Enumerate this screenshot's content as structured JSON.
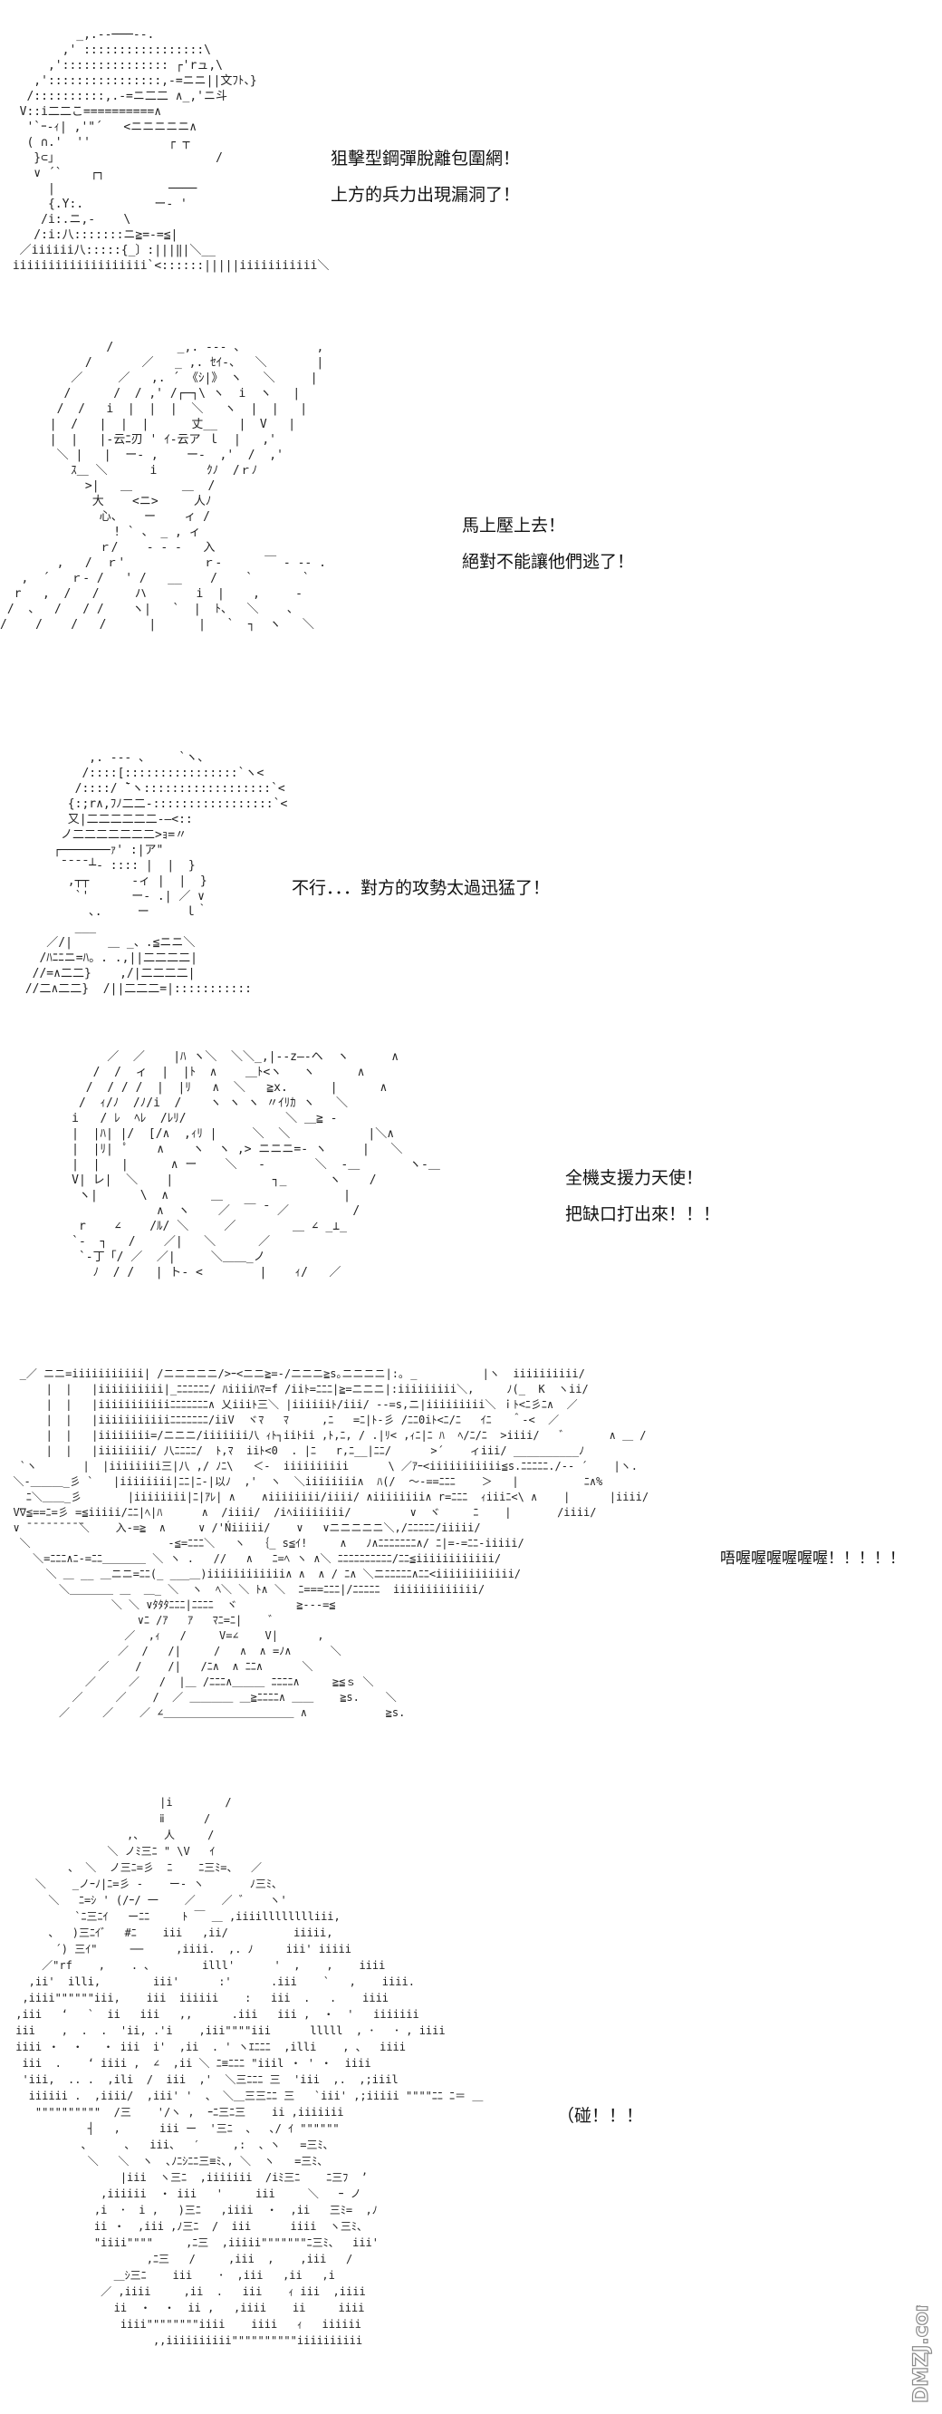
{
  "panels": [
    {
      "art": "          _,.-‐───--.\n        ,' :::::::::::::::::\\\n      ,'::::::::::::::: ┌'rュ,\\\n    ,'::::::::::::::::,-=ニニ||文ﾌﾄ、}\n   /::::::::::,.-=ニ二二 ∧_,'ニ斗\n  V::i二二こ==========∧\n   '`ｰ-ｨ| ,'\"´   <ニニニニニ∧\n   ( ∩.'  ''           ┌ ┬\n    }⊂」                      /\n    ∨ ´`    ┌┐\n      |                ────\n      {.Y:.          ー‐ '\n     /i:.ニ,-    \\\n    /:i:八:::::::ニ≧=‐=≦|\n  ／iiiiii八:::::{_〕:|||‖|＼__\n iiiiiiiiiiiiiiiiiii`<::::::|||||iiiiiiiiiii＼",
      "lines": [
        "狙擊型鋼彈脫離包圍網！",
        "上方的兵力出現漏洞了！"
      ]
    },
    {
      "art": "               /         _,. -‐- 、          ,\n            /       ／   _ ,. ｾｲ‐、  ＼       |\n          ／     ／   ,. ´ 《ｼ|》 ヽ   ＼     |\n         /      /  / ,' /┌─┐\\ ヽ  i  ヽ   |\n        /  /   i  |  |  |  ＼   ヽ  |  |   |\n       |  /   |  |  |      丈__   |  V   |\n       |  |   |-云ﾆ刃 ' ｲ-云ア ｌ  |   ,'\n        ＼ |   |  ー‐ ,    ー‐  ,'  /  ,'\n          ｽ＿ ＼      i       ｸﾉ  /ｒﾉ\n            >|   ＿       ＿  /\n             大    <ニ>     人ﾉ\n              心、   ー    ィ /\n                ! ` 、 _ , ィ\n              ｒ/    - ‐ ‐   入\n        ,   /  ｒ'           ｒ‐      ￣ ‐ -- .\n   ,  ´   ｒ‐ /   ' /   __    /    `       `\n  r   ,  /   /     ハ       i  |    ,     -\n /  、  /   / /    ヽ|   `  |  ﾄ、  ＼    、\n/    /    /   /      |      |   `  ┐  ヽ   ＼",
      "lines": [
        "馬上壓上去！",
        "絕對不能讓他們逃了！"
      ]
    },
    {
      "art": "          ,. --- 、    `ヽ、\n         /::::[::::::::::::::::`ヽ<\n        /::::/ ̄`ヽ::::::::::::::::::`<\n       {:;r∧,ﾌﾉ二二-:::::::::::::::::`<\n       又|二二二二二二-―<::\n      ノ二二二二二二二>ｮ=〃\n     ┌───────ｧ' :|ア\"\n      ̄ ̄ ̄ ̄ ┴‐ :::: |  |  }\n       ,┬┬      -ィ |  |  }\n        `'      ー‐ .| ／ ∨\n          ､.     ー     ｌ｀\n        ___\n    ／/|     ＿ _、.≦ニニ＼\n   /ﾊﾆﾆニ=ﾊ。. .,||二二二二|\n  //=∧二二}    ,/|二二二二|\n //二∧二二}  /||二二二=|:::::::::::",
      "lines": [
        "不行．．．對方的攻勢太過迅猛了！"
      ]
    },
    {
      "art": "          ／  ／    |ﾊ ヽ＼  ＼＼_,|‐‐z―-ヘ  ヽ      ∧\n        /  /  ィ  |  |ﾄ  ∧    ＿ﾄ<ヽ   ヽ      ∧\n       /  / / /  |  |ﾘ   ∧  ＼   ≧x.      |      ∧\n      /  ｨ/ﾉ  /ﾉ/i  /    ヽ ヽ ヽ 〃ｲﾘｶ ヽ   ＼\n     i   / ﾚ  ﾍﾚ  /ﾚﾘ/              ＼ ＿≧ ‐\n     |  |ﾊ| |/  [/∧  ,ｨﾘ |     ＼  ＼           |＼∧\n     |  |ﾘ|  ﾟ    ∧    ヽ  ヽ ,> ニニニ=‐ ヽ     |   ＼\n     |  |   |      ∧ ー    ＼   ‐       ＼  ‐＿       ヽ‐＿\n     V| レ|  ＼    |              ┐_      ヽ    /\n      ヽ|      \\  ∧      ＿                 |\n                 ∧  ヽ    ／  ￣ ̄  ／         /\n      r    ∠    /ﾙ/ ＼     ／        ＿ ∠ _⊥_\n     `‐  ┐   /    ／|   ＼      ／\n      `‐丁「/ ／  ／|     ＼＿＿_ノ\n        ﾉ  / /   | ト‐ <        |    ｨ/   ／",
      "lines": [
        "全機支援力天使！",
        "把缺口打出來！！！"
      ]
    },
    {
      "art": "   _／ ニニ=iiiiiiiiiii| /ニニニニニ/>ｰ<ニニ≧=-/ニニニ≧s｡ニニニニ|:｡ _          |ヽ  iiiiiiiiii/\n       |  |   |iiiiiiiiii|_ﾆﾆﾆﾆﾆﾆ/ ﾊiiiiﾊﾏ=f /iiﾄ=ﾆﾆﾆ|≧=ニニニ|:iiiiiiiii＼,     ﾉ(_  K  ヽii/\n       |  |   |iiiiiiiiiiiﾆﾆﾆﾆﾆﾆﾆ∧ 乂iiiﾄ三＼ |iiiiiiﾄ/iii/ ‐‐=s,ニ|iiiiiiiii＼ ｉﾄ<ﾆ彡ﾆ∧  ／\n       |  |   |iiiiiiiiiiiﾆﾆﾆﾆﾆﾆﾆ/iiV  ヾﾏ   ﾏ     ,ﾆ   =ﾆ|ﾄ-彡 /ﾆﾆ0iﾄ<ﾆ/ﾆ   ｲﾆ   ＾-<  ／\n       |  |   |iiiiiiii=/ニニニ/iiiiiii八 ｨﾄ┐iiﾄii ,ﾄ,ﾆ, / .|ﾘ< ,ｨﾆ|ﾆ ﾊ  ﾍ/ﾆ/ﾆ  >iiii/   ゛      ∧ ＿ /\n       |  |   |iiiiiiii/ 八ﾆﾆﾆﾆ/  ﾄ,ﾏ  iiﾄ<0  . |ﾆ   r,ﾆ__|ﾆﾆ/      >´    ィiii/ __________ﾉ\n   `ヽ       |  |iiiiiiii三|八 ,/ ﾉﾆ\\   ＜-  iiiiiiiiii      \\ ／ｱｰ<iiiiiiiiiii≦s.ﾆﾆﾆﾆﾆ./-- ´    |ヽ.\n  ＼-＿＿＿_彡 `   |iiiiiiii|ﾆﾆ|ﾆ-|以ﾉ  ,'  ヽ  ＼iiiiiiii∧  ﾊ(/  〜-==ﾆﾆﾆ    ＞   |          ﾆ∧%\n    ﾆ＼＿＿_彡       |iiiiiiii|ﾆ|ｱﾚ| ∧    ∧iiiiiiii/iiii/ ∧iiiiiiii∧ r=ﾆﾆﾆ  ｨiiiﾆ<\\ ∧    |      |iiii/\n  V∇≦==ﾆ=彡 =≦iiiii/ﾆﾆ|ﾍ|ﾊ      ∧  /iiii/  /iﾍiiiiiiii/         ∨  ヾ     ﾆ    |       /iiii/\n  ∨ ̄ ̄ ̄ ̄ ̄ ̄ ̄ ̄ ̄＼    入‐=≧  ∧     ∨ /'Ńiiiii/    ∨   ∨ニニニニニ＼,/ﾆﾆﾆﾆﾆ/iiiii/\n   ＼                     ‐≦=ﾆﾆﾆ＼   ヽ  ｛_ s≦ｲ!     ∧   ﾉ∧ﾆﾆﾆﾆﾆﾆﾆ∧/ ﾆ|=‐=ﾆﾆ-iiiii/\n     ＼=ﾆﾆﾆ∧ﾆ‐=ﾆﾆ＿＿＿＿ ＼ ヽ .   //   ∧   ﾆ=ﾍ ヽ ∧＼ ﾆﾆﾆﾆﾆﾆﾆﾆﾆﾆ/ﾆﾆ≦iiiiiiiiiiii/\n       ＼ ＿ __ ＿ニニ=ﾆﾆ(_ ___＿)iiiiiiiiiiii∧ ∧  ∧ / ﾆ∧ ＼ニﾆﾆﾆﾆﾆ∧ﾆﾆ<iiiiiiiiiiii/\n         ＼＿＿＿＿ ＿  ＿_ ＼  ヽ  ﾍ＼ ＼ ﾄ∧ ＼  ﾆ===ﾆﾆﾆ|/ﾆﾆﾆﾆﾆ  iiiiiiiiiiiii/\n                 ＼ ＼ ∨ﾀﾀﾀﾆﾆﾆ|ﾆﾆﾆﾆ  ヾ         ≧---=≦\n                     ∨ﾆ /ｱ   ｱ   ﾏﾆ=ﾆ|    ゛\n                   ／  ,ｨ   /     V=∠    V|      ,\n                  ／  /   /|     /   ∧  ∧ =ﾉ∧      ＼\n               ／    /    /|   /ﾆ∧  ∧ ﾆﾆ∧      ＼\n             ／     ／   /  |＿ /ﾆﾆﾆ∧＿＿＿ ﾆﾆﾆﾆ∧     ≧≦ｓ ＼\n           ／     ／    /  ／ ＿＿＿＿ ＿≧ﾆﾆﾆﾆ∧ ＿＿    ≧s.    ＼\n         ／     ／    ／ ∠＿＿＿＿＿＿＿＿＿＿＿＿ ∧            ≧s.",
      "lines": [
        "唔喔喔喔喔喔喔！！！！！"
      ]
    },
    {
      "art": "                       |i        /\n                       ⅱ      /\n                  ,、   人     /\n               ＼ ノﾐ三ﾆ \" \\V   ｲ\n         、 ＼  ノ三ﾆ=彡  ﾆ    ﾆ三ﾐ=、  ／\n    ＼    _ノｰﾉ|ﾆ=彡 ‐    ー‐ ヽ       ﾉ三ﾐ、\n      ＼   ﾆ=ｼ ' (/ｰ/ 一    ／    ／ ゛   ヽ'\n          `ﾆ三ﾆｲ   ーﾆﾆ     ﾄ ￣ ＿ ,iiiilllllllliii,\n      、  )三ﾆｲ゛  #ﾆ    iii   ,ii/          iiiii,\n       ´) 三ｲ\"     ──     ,iiii.  ,. ﾉ     iii' iiiii\n     ／\"rf    ,    . ､        illl'      '  ,    ,    iiii\n   ,ii'  illi,        iii'      :'      .iii    `   ,    iiii.\n  ,iiii\"\"\"\"\"\"iii,    iii  iiiiii    :   iii  .   .    iiii\n ,iii   ‘   `  ii   iii   ,,      .iii   iii ,  ・  '   iiiiiii\n iii    ,  .  .  'ii, .'i    ,iii\"\"\"\"iii      lllll  , ･   ･ , iiii\n iiii ・  ・   ・ iii  i'  ,ii  . ' ヽｴﾆﾆﾆ  ,illi    , 、  iiii\n  iii  .    ‘ iiii ,  ∠  ,ii ＼ ﾆ≡ﾆﾆﾆ \"iiil ・ ' ・  iiii\n  'iii,  .. .  ,ili  /  iii  ,'  ＼三ﾆﾆﾆ 三  'iii  ,.  ,;iiil\n   iiiiii .  ,iiii/  ,iii' '  、 ＼＿三三ﾆﾆ 三   `iii' ,;iiiii \"\"\"\"ﾆﾆ ﾆ＝ ＿\n    \"\"\"\"\"\"\"\"\"\"  /三    '/ヽ ,  ｰﾆ三ﾆ三    ii ,iiiiiii\n            ┤   ,      iii ー  '三ﾆ  、  ､/ ｲ \"\"\"\"\"\"\n           、     ､   iii、  ′     ,:  、ヽ   =三ﾐ、\n            ＼   ＼  ヽ  ､ﾉﾆｼﾆﾆ三≡ﾐ､, ＼  ヽ   =三ﾐ、\n                 |iii  ヽ三ﾆ  ,iiiiiii  /iﾐ三ﾆ    ﾆ三ﾌ  ’\n              ,iiiiii  ・ iii   '     iii     ＼   ｰ ノ\n             ,i  ･  i ,   )三ﾆ   ,iiii  ・  ,ii   三ﾐ=  ,ﾉ\n             ii ・  ,iii ,ﾉ三ﾆ  /  iii      iiii  ヽ三ﾐ、\n             \"iiii\"\"\"\"     ,ﾆ三  ,iiiii\"\"\"\"\"\"\"ﾆ三ﾐ、  iii'\n                     ,ﾆ三   /     ,iii  ,    ,iii   /\n                ＿ｼ三ﾆ    iii    ･  ,iii   ,ii   ,i\n              ／ ,iiii     ,ii  .   iii    ｨ iii  ,iiii\n                ii  ・  ・  ii ,   ,iiii    ii     iiii\n                 iiii\"\"\"\"\"\"\"\"iiii    iiii   ｨ   iiiiii\n                      ,,iiiiiiiiii\"\"\"\"\"\"\"\"\"\"iiiiiiiiii",
      "lines": [
        "（碰！！！"
      ]
    }
  ],
  "watermark": {
    "text": "DMZJ.com",
    "color": "#8a8a8a"
  }
}
